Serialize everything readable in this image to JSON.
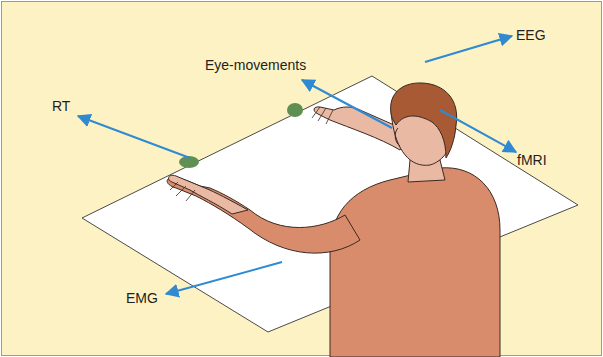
{
  "diagram": {
    "labels": [
      "RT",
      "Eye-movements",
      "EEG",
      "fMRI",
      "EMG"
    ]
  }
}
